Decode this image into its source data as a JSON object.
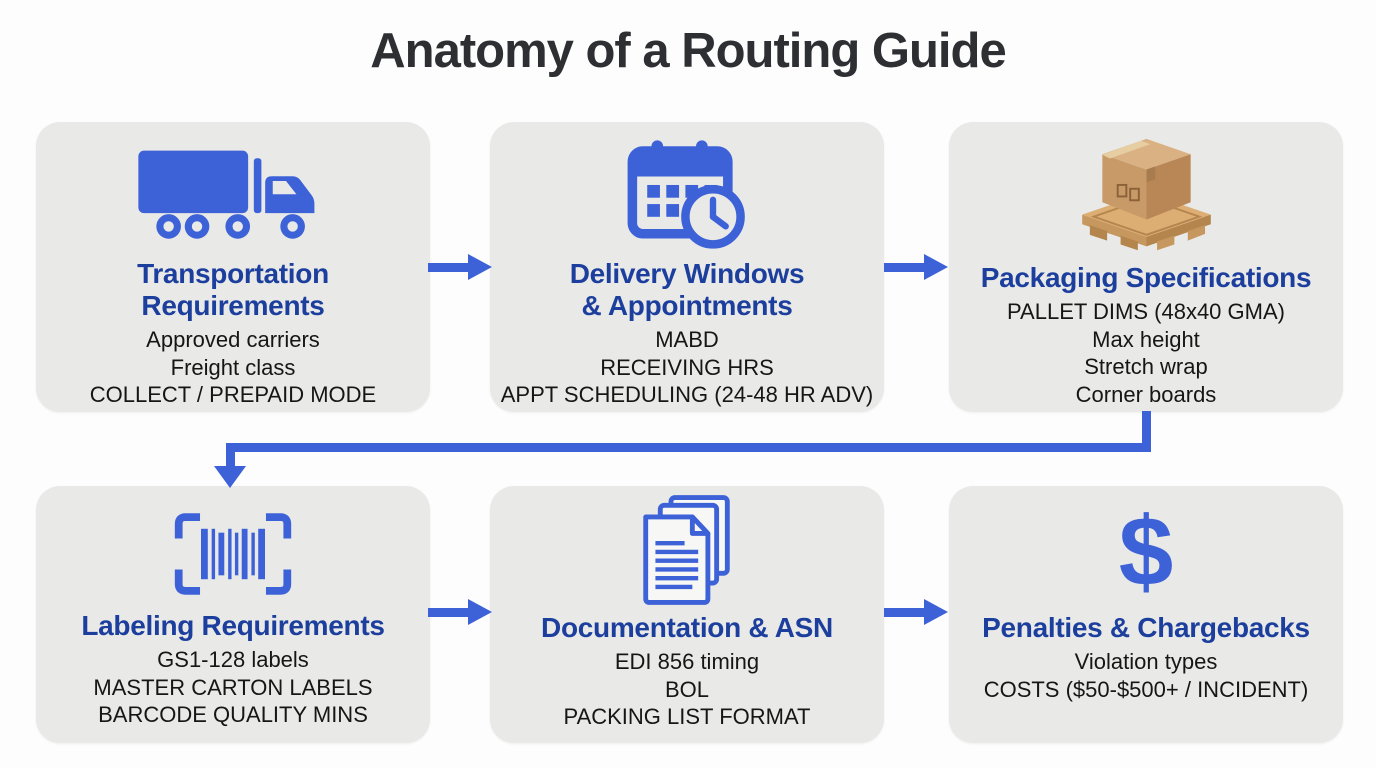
{
  "title": "Anatomy of a Routing Guide",
  "colors": {
    "accent_blue": "#3d62d8",
    "heading_blue": "#1c3f9e",
    "card_bg": "#e9e9e8",
    "page_bg": "#fdfdfd",
    "title_text": "#2e2f33",
    "body_text": "#161616",
    "box_top": "#d9b183",
    "box_front": "#c89a68",
    "box_side": "#b98756",
    "pallet_top": "#dcae74",
    "pallet_front": "#c6985f",
    "pallet_side": "#b5854e"
  },
  "icons": {
    "dollar_glyph": "$"
  },
  "cards": [
    {
      "id": "transportation-requirements",
      "icon": "truck-icon",
      "title": "Transportation\nRequirements",
      "lines": [
        "Approved carriers",
        "Freight class",
        "COLLECT / PREPAID MODE"
      ]
    },
    {
      "id": "delivery-windows-appointments",
      "icon": "calendar-clock-icon",
      "title": "Delivery Windows\n& Appointments",
      "lines": [
        "MABD",
        "RECEIVING HRS",
        "APPT SCHEDULING (24-48 HR ADV)"
      ]
    },
    {
      "id": "packaging-specifications",
      "icon": "pallet-box-icon",
      "title": "Packaging Specifications",
      "lines": [
        "PALLET DIMS (48x40 GMA)",
        "Max height",
        "Stretch wrap",
        "Corner boards"
      ]
    },
    {
      "id": "labeling-requirements",
      "icon": "barcode-icon",
      "title": "Labeling Requirements",
      "lines": [
        "GS1-128 labels",
        "MASTER CARTON LABELS",
        "BARCODE QUALITY MINS"
      ]
    },
    {
      "id": "documentation-asn",
      "icon": "documents-icon",
      "title": "Documentation & ASN",
      "lines": [
        "EDI 856 timing",
        "BOL",
        "PACKING LIST FORMAT"
      ]
    },
    {
      "id": "penalties-chargebacks",
      "icon": "dollar-icon",
      "title": "Penalties & Chargebacks",
      "lines": [
        "Violation types",
        "COSTS ($50-$500+ / INCIDENT)"
      ]
    }
  ],
  "flow_order": [
    "transportation-requirements",
    "delivery-windows-appointments",
    "packaging-specifications",
    "labeling-requirements",
    "documentation-asn",
    "penalties-chargebacks"
  ]
}
